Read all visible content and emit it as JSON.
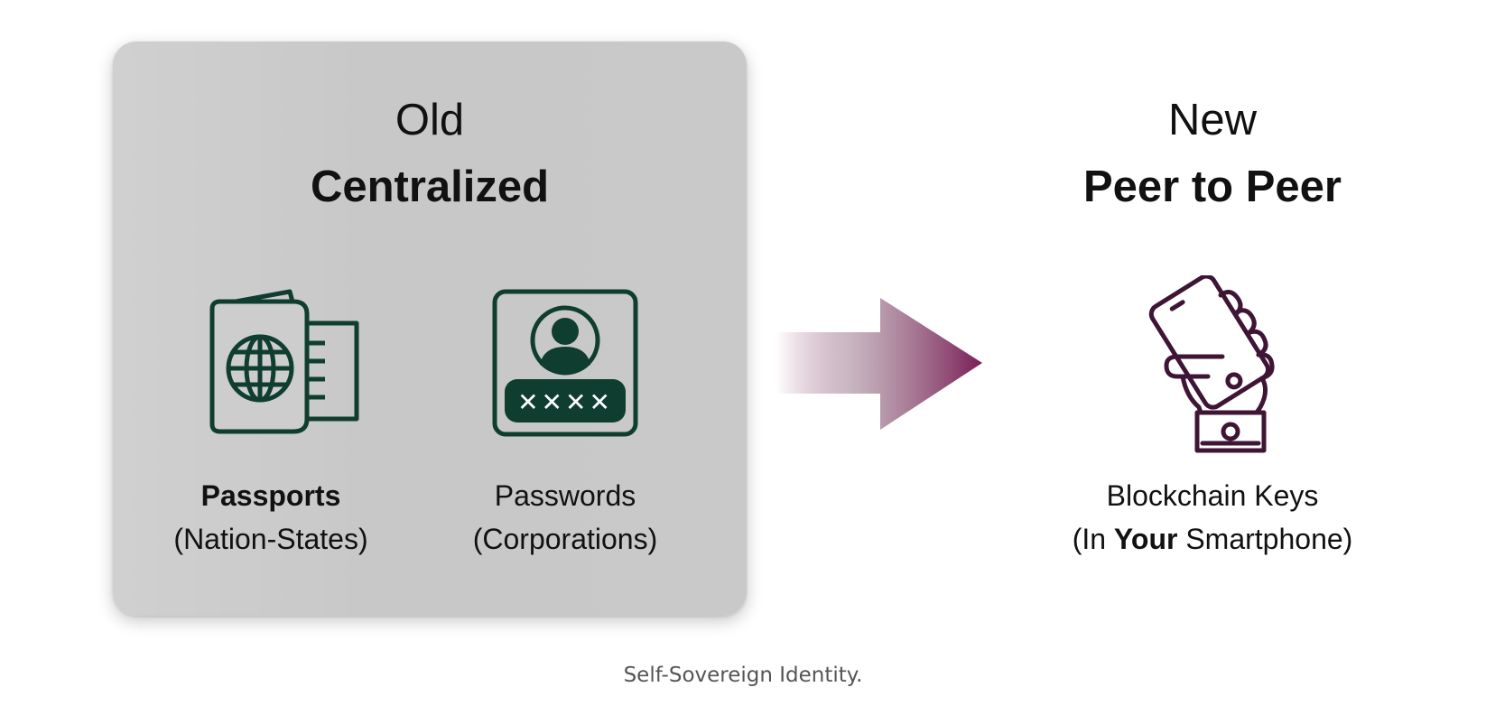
{
  "old": {
    "kicker": "Old",
    "title": "Centralized",
    "items": [
      {
        "icon": "passport-icon",
        "line1": "Passports",
        "line2": "(Nation-States)"
      },
      {
        "icon": "password-id-card-icon",
        "line1": "Passwords",
        "line2": "(Corporations)",
        "mask": "✕✕✕✕"
      }
    ]
  },
  "new": {
    "kicker": "New",
    "title": "Peer to Peer",
    "item": {
      "icon": "hand-holding-smartphone-icon",
      "line1": "Blockchain Keys",
      "line2_pre": "(In ",
      "line2_bold": "Your",
      "line2_post": " Smartphone)"
    }
  },
  "arrow": {
    "icon": "right-arrow-icon"
  },
  "caption": "Self-Sovereign Identity.",
  "colors": {
    "old_icon": "#0f3d2f",
    "new_icon": "#3f1536",
    "arrow": "#7a1e56",
    "panel": "#c9c9c9"
  }
}
